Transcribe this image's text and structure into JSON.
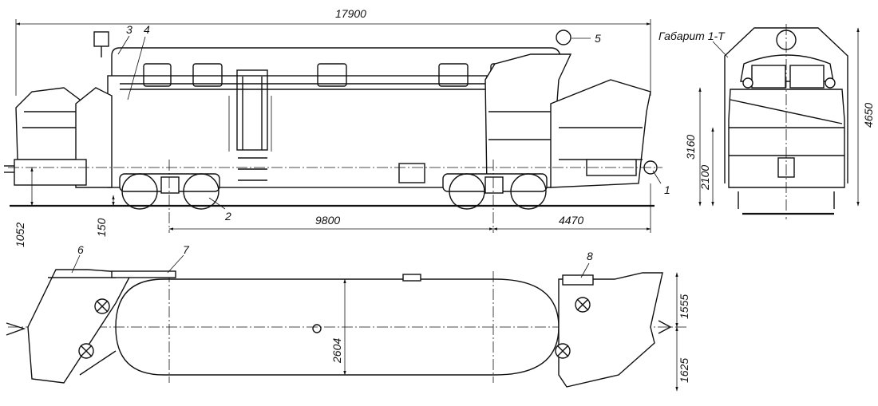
{
  "dimensions": {
    "overall_length": "17900",
    "bogie_base": "9800",
    "overhang": "4470",
    "buffer_height": "1052",
    "rail_clearance": "150",
    "height_total": "4650",
    "height_body": "3160",
    "height_lower": "2100",
    "width": "2604",
    "wing_upper": "1555",
    "wing_lower": "1625"
  },
  "gauge_label": "Габарит 1-Т",
  "callouts": [
    "1",
    "2",
    "3",
    "4",
    "5",
    "6",
    "7",
    "8"
  ]
}
